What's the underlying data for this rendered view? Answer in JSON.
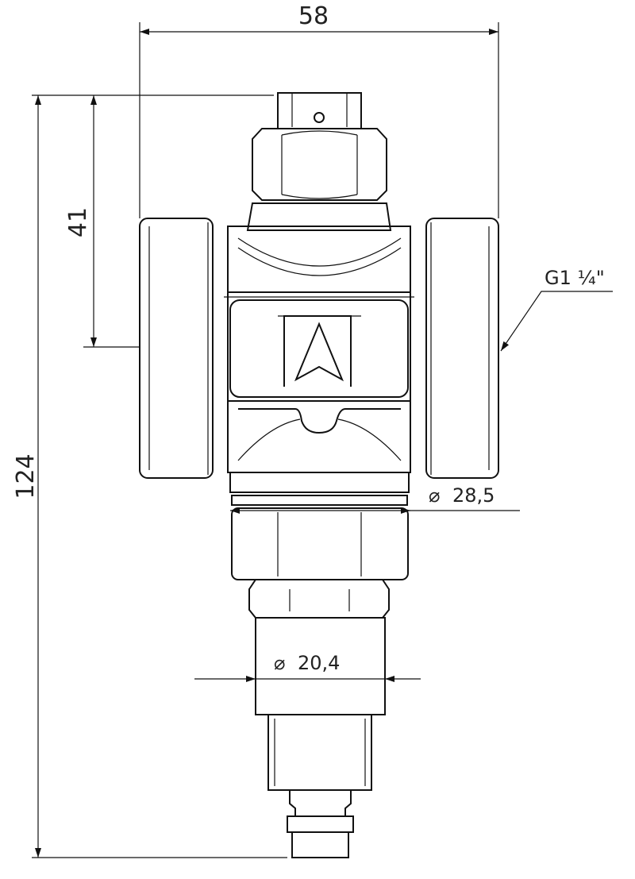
{
  "drawing": {
    "dimensions": {
      "overall_width": "58",
      "overall_height": "124",
      "port_height": "41",
      "thread": "G1 ¼\"",
      "diameter_body": "28,5",
      "diameter_tube": "20,4",
      "diameter_symbol": "⌀"
    }
  }
}
